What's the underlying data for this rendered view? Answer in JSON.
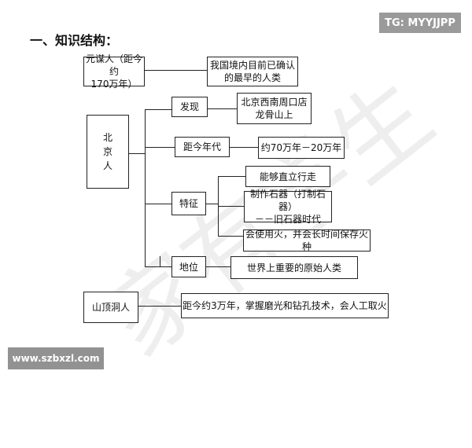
{
  "heading": "一、知识结构：",
  "badges": {
    "tg": "TG: MYYJJPP",
    "site": "www.szbxzl.com"
  },
  "watermark": "家有学生",
  "nodes": {
    "yuanmou": [
      "元谋人（距今约",
      "170万年）"
    ],
    "yuanmou_note": [
      "我国境内目前已确认",
      "的最早的人类"
    ],
    "beijing": [
      "北",
      "京",
      "人"
    ],
    "faxian": "发现",
    "faxian_note": [
      "北京西南周口店",
      "龙骨山上"
    ],
    "jujin": "距今年代",
    "jujin_note": "约70万年－20万年",
    "tezheng": "特征",
    "tezheng_items": [
      "能够直立行走",
      [
        "制作石器（打制石器）",
        "－－旧石器时代"
      ],
      "会使用火，并会长时间保存火种"
    ],
    "diwei": "地位",
    "diwei_note": "世界上重要的原始人类",
    "shanding": "山顶洞人",
    "shanding_note": "距今约3万年，掌握磨光和钻孔技术，会人工取火"
  }
}
